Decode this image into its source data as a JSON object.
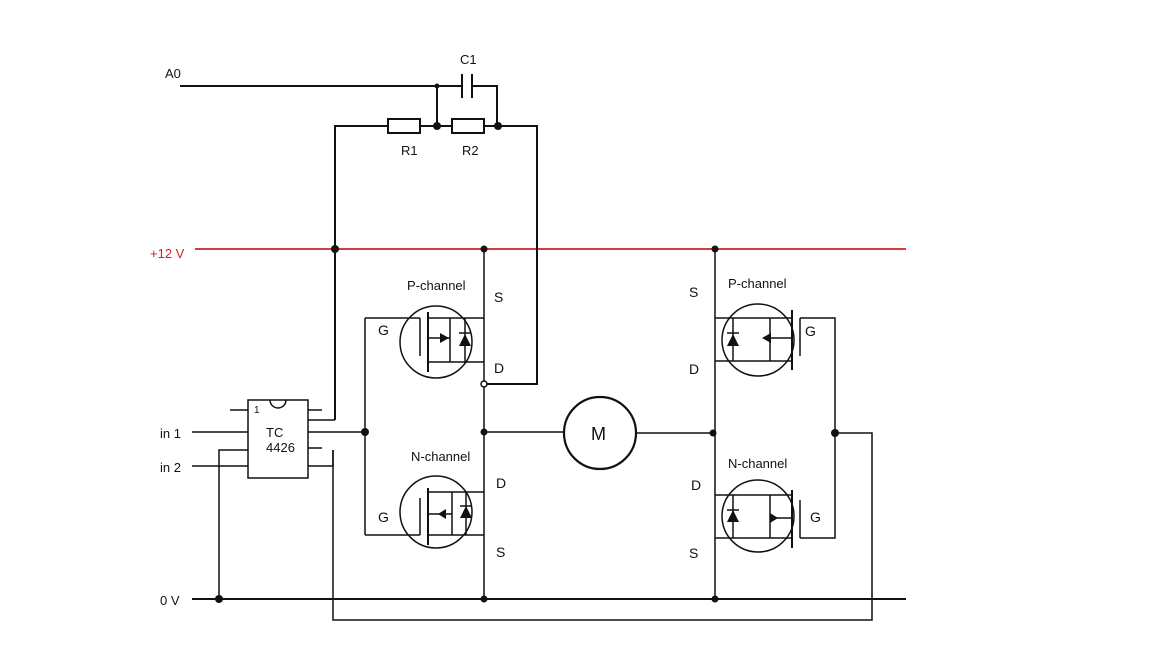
{
  "labels": {
    "a0": "A0",
    "c1": "C1",
    "r1": "R1",
    "r2": "R2",
    "vplus": "+12 V",
    "vzero": "0 V",
    "in1": "in 1",
    "in2": "in 2",
    "ic_pin1": "1",
    "ic_name_1": "TC",
    "ic_name_2": "4426",
    "motor": "M",
    "p_channel": "P-channel",
    "n_channel": "N-channel",
    "gate": "G",
    "source": "S",
    "drain": "D"
  },
  "colors": {
    "supply_rail": "#cc2222",
    "wire": "#111111"
  }
}
